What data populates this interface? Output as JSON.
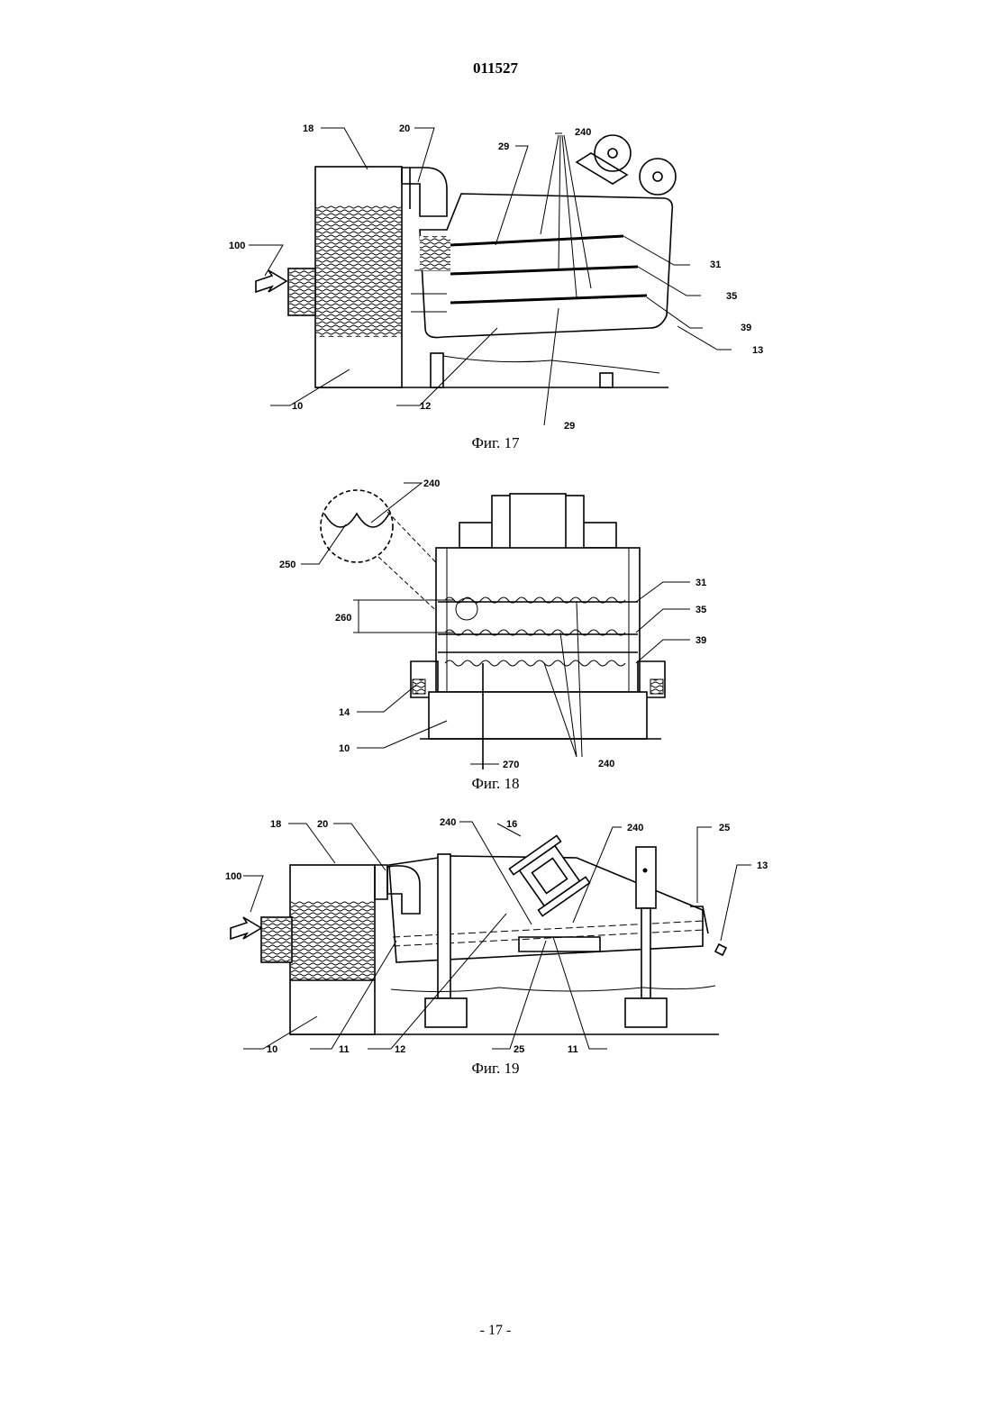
{
  "header": {
    "doc_number": "011527"
  },
  "figures": [
    {
      "caption": "Фиг. 17",
      "labels": [
        "18",
        "20",
        "29",
        "240",
        "100",
        "31",
        "35",
        "39",
        "13",
        "10",
        "12",
        "29"
      ]
    },
    {
      "caption": "Фиг. 18",
      "labels": [
        "240",
        "250",
        "260",
        "31",
        "35",
        "39",
        "14",
        "10",
        "270",
        "240"
      ]
    },
    {
      "caption": "Фиг. 19",
      "labels": [
        "18",
        "20",
        "240",
        "16",
        "240",
        "25",
        "13",
        "100",
        "10",
        "11",
        "12",
        "25",
        "11"
      ]
    }
  ],
  "footer": {
    "page": "- 17 -"
  }
}
